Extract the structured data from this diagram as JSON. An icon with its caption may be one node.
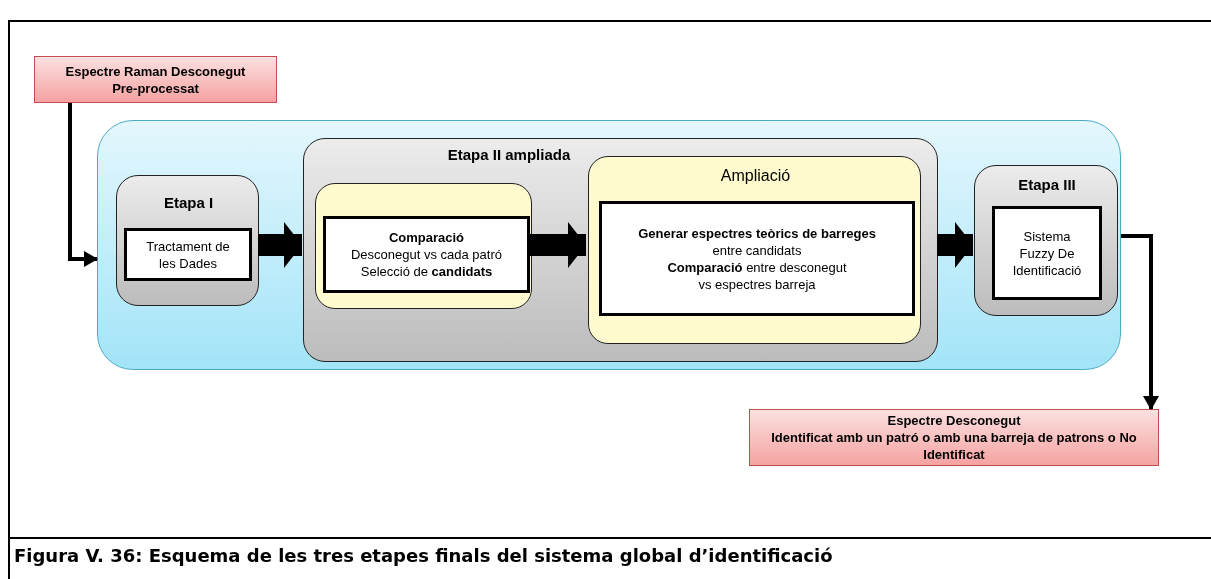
{
  "diagram": {
    "caption": "Figura V. 36: Esquema de les tres etapes finals del sistema global d’identificació",
    "nodes": [
      {
        "text": [
          "Espectre Raman Desconegut Pre-processat"
        ]
      },
      {
        "text": [],
        "shape": "box"
      },
      {
        "text": [
          "Etapa I"
        ],
        "in": 1
      },
      {
        "text": [
          "Tractament de les Dades"
        ],
        "in": 2
      },
      {
        "text": [
          "Etapa II ampliada"
        ],
        "in": 1
      },
      {
        "text": [],
        "shape": "box",
        "in": 4
      },
      {
        "text": [
          "Comparació",
          "Desconegut vs cada patró",
          "Selecció de **candidats**"
        ],
        "in": 5
      },
      {
        "text": [
          "Ampliació"
        ],
        "in": 4
      },
      {
        "text": [
          "**Generar espectres teòrics de barreges** entre candidats",
          "**Comparació** entre desconegut vs espectres barreja"
        ],
        "in": 7
      },
      {
        "text": [
          "Etapa III"
        ],
        "in": 1
      },
      {
        "text": [
          "Sistema Fuzzy De Identificació"
        ],
        "in": 9
      },
      {
        "text": [
          "Espectre Desconegut",
          "Identificat amb un patró o amb una barreja de patrons o No Identificat"
        ]
      }
    ],
    "edges": [
      {
        "from": 0,
        "to": 1,
        "arrow": "to"
      },
      {
        "from": 2,
        "to": 4,
        "arrow": "to"
      },
      {
        "from": 5,
        "to": 7,
        "arrow": "to"
      },
      {
        "from": 4,
        "to": 9,
        "arrow": "to"
      },
      {
        "from": 1,
        "to": 11,
        "arrow": "to"
      }
    ]
  }
}
